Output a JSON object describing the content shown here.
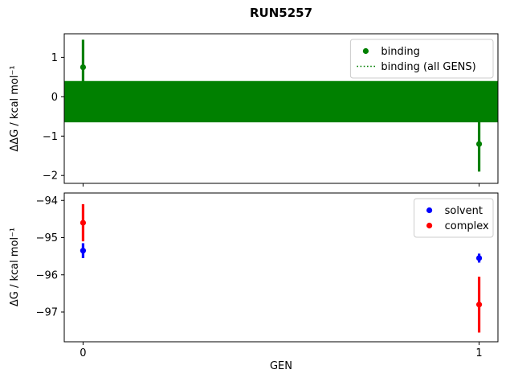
{
  "figure": {
    "title": "RUN5257",
    "xlabel": "GEN",
    "background": "#ffffff"
  },
  "chart_data": [
    {
      "type": "scatter",
      "panel": "binding-ddg",
      "ylabel": "ΔΔG / kcal mol⁻¹",
      "ylim": [
        -2.2,
        1.6
      ],
      "yticks": [
        1,
        0,
        -1,
        -2
      ],
      "xlim": [
        -0.0475,
        1.0475
      ],
      "xticks": [
        0,
        1
      ],
      "xtick_labels_visible": false,
      "grid": false,
      "series": [
        {
          "name": "binding",
          "color": "#008000",
          "marker": "circle",
          "x": [
            0,
            1
          ],
          "y": [
            0.75,
            -1.2
          ],
          "yerr": [
            0.7,
            0.7
          ]
        }
      ],
      "band": {
        "label": "binding (all GENS)",
        "color": "#008000",
        "mean": -0.225,
        "low": -0.65,
        "high": 0.4,
        "line_style": "dotted"
      },
      "legend": {
        "position": "upper right",
        "items": [
          {
            "label": "binding",
            "glyph": "dot",
            "color": "#008000"
          },
          {
            "label": "binding (all GENS)",
            "glyph": "dotted-line",
            "color": "#008000"
          }
        ]
      }
    },
    {
      "type": "scatter",
      "panel": "dg",
      "ylabel": "ΔG / kcal mol⁻¹",
      "ylim": [
        -97.8,
        -93.8
      ],
      "yticks": [
        -94,
        -95,
        -96,
        -97
      ],
      "xlim": [
        -0.0475,
        1.0475
      ],
      "xticks": [
        0,
        1
      ],
      "xtick_labels_visible": true,
      "grid": false,
      "series": [
        {
          "name": "solvent",
          "color": "#0000ff",
          "marker": "circle",
          "x": [
            0,
            1
          ],
          "y": [
            -95.35,
            -95.55
          ],
          "yerr": [
            0.2,
            0.12
          ]
        },
        {
          "name": "complex",
          "color": "#ff0000",
          "marker": "circle",
          "x": [
            0,
            1
          ],
          "y": [
            -94.6,
            -96.8
          ],
          "yerr": [
            0.5,
            0.75
          ]
        }
      ],
      "legend": {
        "position": "upper right",
        "items": [
          {
            "label": "solvent",
            "glyph": "dot",
            "color": "#0000ff"
          },
          {
            "label": "complex",
            "glyph": "dot",
            "color": "#ff0000"
          }
        ]
      }
    }
  ]
}
